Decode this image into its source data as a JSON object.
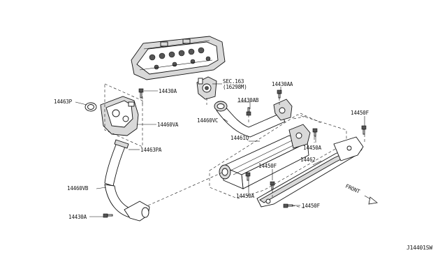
{
  "diagram": {
    "labels": {
      "p14430a_top": "14430A",
      "p14463p": "14463P",
      "p14460va": "14460VA",
      "p14463pa": "14463PA",
      "p14460vb": "14460VB",
      "p14430a_bottom": "14430A",
      "sec_ref_line1": "SEC.163",
      "sec_ref_line2": "(16298M)",
      "p14430ab": "14430AB",
      "p14430aa": "14430AA",
      "p14460vc": "14460VC",
      "p14461q": "14461Q",
      "p14450f_top": "14450F",
      "p14450a_mid": "14450A",
      "p14462": "14462",
      "p14450f_mid": "14450F",
      "p14450a_low": "14450A",
      "p14450f_bottom": "14450F",
      "front": "FRONT",
      "diagram_code": "J14401SW"
    }
  }
}
